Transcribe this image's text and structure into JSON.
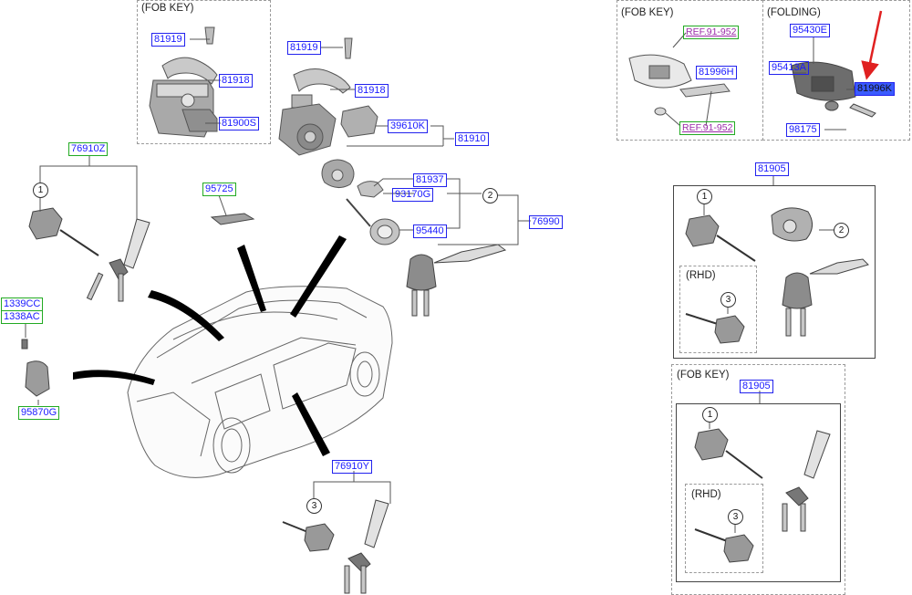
{
  "colors": {
    "label_border_blue": "#2222ee",
    "label_border_green": "#22aa22",
    "highlight": "#3a5bff",
    "arrow_red": "#e02020",
    "ref_purple": "#9a2aa8"
  },
  "captions": {
    "fob_key_top": "(FOB KEY)",
    "fob_key_right": "(FOB KEY)",
    "folding": "(FOLDING)",
    "rhd_upper": "(RHD)",
    "fob_key_lower": "(FOB KEY)",
    "rhd_lower": "(RHD)"
  },
  "labels": {
    "p81919_a": "81919",
    "p81918_a": "81918",
    "p81900s": "81900S",
    "p81919_b": "81919",
    "p81918_b": "81918",
    "p39610k": "39610K",
    "p81910": "81910",
    "p81937": "81937",
    "p93170g": "93170G",
    "p95440": "95440",
    "p76990": "76990",
    "p76910z": "76910Z",
    "p95725": "95725",
    "p1339cc": "1339CC",
    "p1338ac": "1338AC",
    "p95870g": "95870G",
    "p76910y": "76910Y",
    "ref1": "REF.91-952",
    "p81996h": "81996H",
    "ref2": "REF.91-952",
    "p95430e": "95430E",
    "p95413a": "95413A",
    "p81996k": "81996K",
    "p98175": "98175",
    "p81905_a": "81905",
    "p81905_b": "81905"
  },
  "callouts": {
    "n1": "1",
    "n2": "2",
    "n3": "3"
  }
}
